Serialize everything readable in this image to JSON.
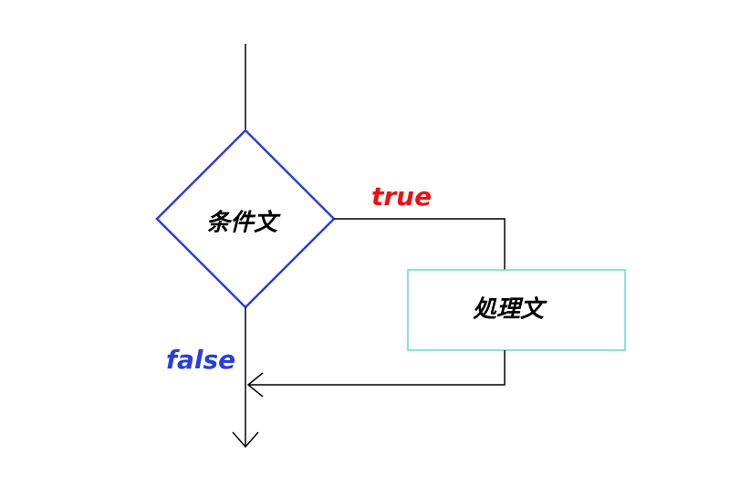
{
  "diagram": {
    "condition": {
      "text": "条件文"
    },
    "process": {
      "text": "処理文"
    },
    "true_label": "true",
    "false_label": "false"
  },
  "colors": {
    "diamond_border": "#2b3fd6",
    "process_border": "#5ee0c2",
    "true_text": "#ee1111",
    "false_text": "#2b3fd6",
    "line": "#000000"
  }
}
